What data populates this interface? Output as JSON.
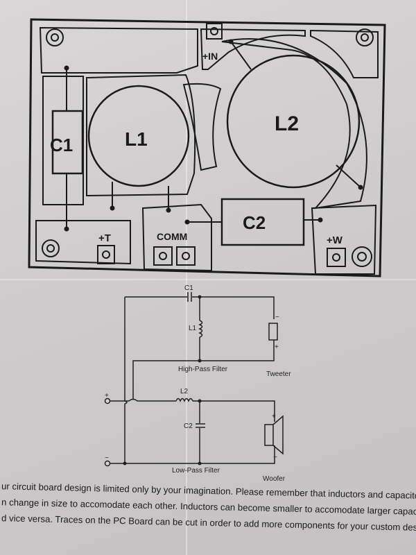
{
  "pcb": {
    "components": {
      "c1": "C1",
      "l1": "L1",
      "l2": "L2",
      "c2": "C2"
    },
    "terminals": {
      "in": "+IN",
      "tweeter": "+T",
      "common": "COMM",
      "woofer": "+W"
    }
  },
  "schematic": {
    "c1": "C1",
    "l1": "L1",
    "l2": "L2",
    "c2": "C2",
    "high_pass_label": "High-Pass Filter",
    "low_pass_label": "Low-Pass Filter",
    "tweeter_label": "Tweeter",
    "woofer_label": "Woofer",
    "input_plus": "+",
    "input_minus": "−",
    "tweeter_minus": "−",
    "tweeter_plus": "+",
    "woofer_plus": "+",
    "woofer_minus": "−"
  },
  "caption": {
    "line1": "ur circuit board design is limited only by your imagination. Please remember that inductors and capacitors",
    "line2": "n change in size to accomodate each other. Inductors can become smaller to accomodate larger capacitors",
    "line3": "d vice versa. Traces on the PC Board can be cut in order to add more components for your custom design."
  }
}
